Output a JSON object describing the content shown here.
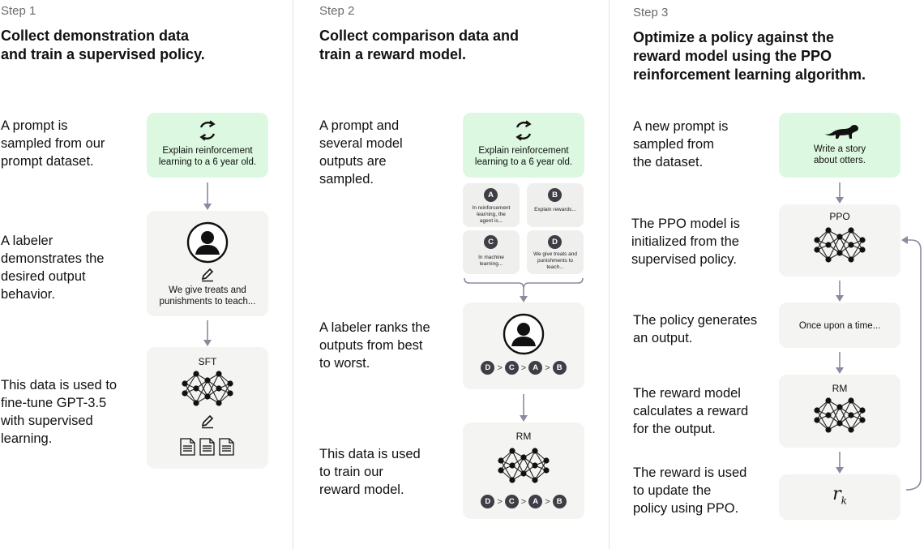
{
  "columns": [
    {
      "step": "Step 1",
      "heading": [
        "Collect demonstration data",
        "and train a supervised policy."
      ],
      "descriptions": [
        [
          "A prompt is",
          "sampled from our",
          "prompt dataset."
        ],
        [
          "A labeler",
          "demonstrates the",
          "desired output",
          "behavior."
        ],
        [
          "This data is used to",
          "fine-tune GPT-3.5",
          "with supervised",
          "learning."
        ]
      ],
      "prompt_box": [
        "Explain reinforcement",
        "learning to a 6 year old."
      ],
      "labeler_output": [
        "We give treats and",
        "punishments to teach..."
      ],
      "model_label": "SFT"
    },
    {
      "step": "Step 2",
      "heading": [
        "Collect comparison data and",
        "train a reward model."
      ],
      "descriptions": [
        [
          "A prompt and",
          "several model",
          "outputs are",
          "sampled."
        ],
        [
          "A labeler ranks the",
          "outputs from best",
          "to worst."
        ],
        [
          "This data is used",
          "to train our",
          "reward model."
        ]
      ],
      "prompt_box": [
        "Explain reinforcement",
        "learning to a 6 year old."
      ],
      "outputs": [
        {
          "badge": "A",
          "text": [
            "In reinforcement",
            "learning, the",
            "agent is..."
          ]
        },
        {
          "badge": "B",
          "text": [
            "Explain rewards..."
          ]
        },
        {
          "badge": "C",
          "text": [
            "In machine",
            "learning..."
          ]
        },
        {
          "badge": "D",
          "text": [
            "We give treats and",
            "punishments to",
            "teach..."
          ]
        }
      ],
      "ranking": [
        "D",
        "C",
        "A",
        "B"
      ],
      "model_label": "RM"
    },
    {
      "step": "Step 3",
      "heading": [
        "Optimize a policy against the",
        "reward model using the PPO",
        "reinforcement learning algorithm."
      ],
      "descriptions": [
        [
          "A new prompt is",
          "sampled from",
          "the dataset."
        ],
        [
          "The PPO model is",
          "initialized from the",
          "supervised policy."
        ],
        [
          "The policy generates",
          "an output."
        ],
        [
          "The reward model",
          "calculates a reward",
          "for the output."
        ],
        [
          "The reward is used",
          "to update the",
          "policy using PPO."
        ]
      ],
      "prompt_box": [
        "Write a story",
        "about otters."
      ],
      "policy_label": "PPO",
      "policy_output": "Once upon a time...",
      "reward_label": "RM",
      "reward_symbol": "r",
      "reward_subscript": "k"
    }
  ],
  "colors": {
    "prompt_green": "#dcf8e0",
    "box_gray": "#f4f4f2",
    "badge_dark": "#3e3e46",
    "arrow": "#8a8aa0"
  }
}
